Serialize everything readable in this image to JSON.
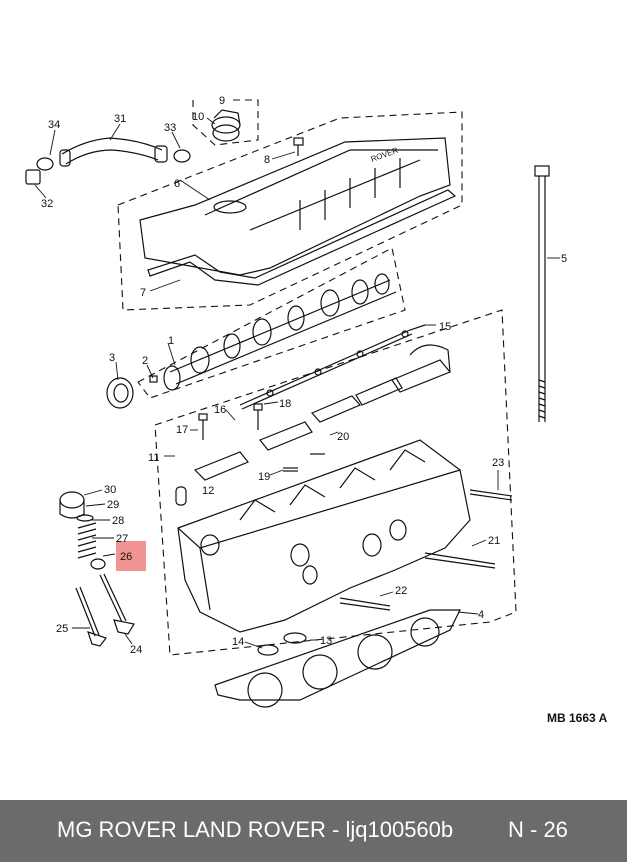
{
  "diagram": {
    "reference": "MB 1663 A",
    "highlight_color": "#f08080",
    "callouts": [
      "1",
      "2",
      "3",
      "4",
      "5",
      "6",
      "7",
      "8",
      "9",
      "10",
      "11",
      "12",
      "13",
      "14",
      "15",
      "16",
      "17",
      "18",
      "19",
      "20",
      "21",
      "22",
      "23",
      "24",
      "25",
      "26",
      "27",
      "28",
      "29",
      "30",
      "31",
      "32",
      "33",
      "34"
    ],
    "highlighted_callout": "26"
  },
  "footer": {
    "title": "MG ROVER LAND ROVER - ljq100560b",
    "page_code": "N - 26"
  }
}
